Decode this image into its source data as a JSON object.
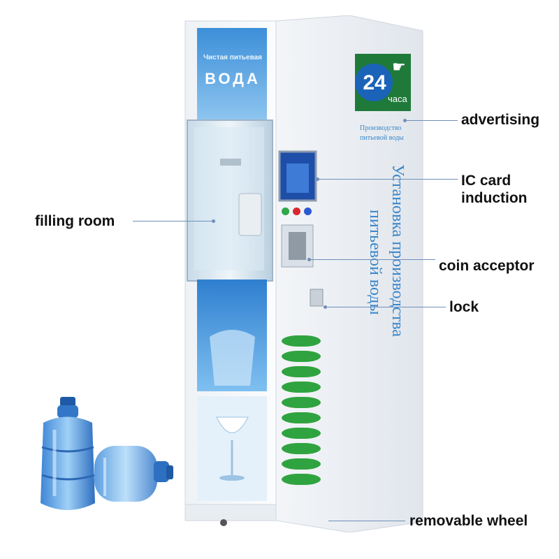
{
  "machine": {
    "top_banner_line1": "Чистая питьевая",
    "top_banner_line2": "ВОДА",
    "sign_number": "24",
    "sign_word": "часа",
    "caption_line1": "Производство",
    "caption_line2": "питьевой воды",
    "vertical_line1": "Установка производства",
    "vertical_line2": "питьевой воды",
    "leaves": [
      "",
      "",
      "",
      "",
      "",
      "",
      "",
      "",
      "",
      ""
    ]
  },
  "callouts": {
    "advertising": "advertising",
    "ic_card_line1": "IC card",
    "ic_card_line2": "induction",
    "filling_room": "filling room",
    "coin_acceptor": "coin acceptor",
    "lock": "lock",
    "removable_wheel": "removable wheel"
  },
  "colors": {
    "body": "#f4f6f9",
    "side": "#e6ebf1",
    "accent_blue": "#2f7fd0",
    "sign_green": "#1f7a3a",
    "leaf_green": "#2fa33f",
    "leader": "#6f8fb8"
  }
}
